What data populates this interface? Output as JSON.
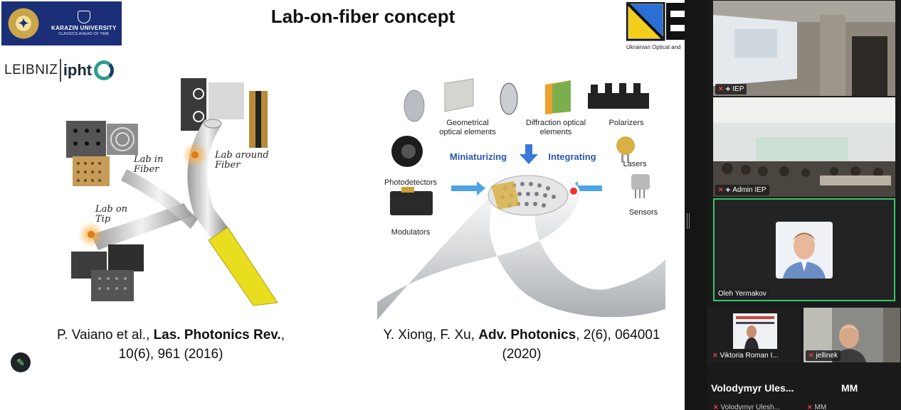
{
  "slide": {
    "title": "Lab-on-fiber concept",
    "logos": {
      "karazin_name": "KARAZIN UNIVERSITY",
      "karazin_motto": "CLASSICS AHEAD OF TIME",
      "leibniz_word": "LEIBNIZ",
      "ipht_word": "ipht",
      "uoa_caption": "Ukrainian Optical and"
    },
    "left_figure": {
      "label_lab_in_fiber": "Lab in Fiber",
      "label_lab_around_fiber": "Lab around Fiber",
      "label_lab_on_tip": "Lab on Tip"
    },
    "right_figure": {
      "geometrical": "Geometrical optical elements",
      "diffraction": "Diffraction optical elements",
      "polarizers": "Polarizers",
      "miniaturizing": "Miniaturizing",
      "integrating": "Integrating",
      "lasers": "Lasers",
      "photodetectors": "Photodetectors",
      "sensors": "Sensors",
      "modulators": "Modulators"
    },
    "caption_left": {
      "authors": "P. Vaiano et al., ",
      "journal": "Las. Photonics Rev.",
      "rest_line1": ",",
      "line2": "10(6), 961 (2016)"
    },
    "caption_right": {
      "authors": "Y. Xiong, F. Xu, ",
      "journal": "Adv. Photonics",
      "rest_line1": ", 2(6), 064001",
      "line2": "(2020)"
    },
    "edit_icon": "pencil-icon"
  },
  "participants": [
    {
      "name": "IEP",
      "muted": true,
      "pinned": true
    },
    {
      "name": "Admin IEP",
      "muted": true,
      "pinned": true
    },
    {
      "name": "Oleh Yermakov",
      "muted": false,
      "pinned": false,
      "active_speaker": true
    },
    {
      "name": "Viktoria Roman I...",
      "muted": true
    },
    {
      "name": "jellinek",
      "muted": true
    },
    {
      "name": "Volodymyr  Ules...",
      "subname": "Volodymyr Ulesh...",
      "muted": true
    },
    {
      "name": "MM",
      "subname": "MM",
      "muted": true
    }
  ],
  "colors": {
    "accent_green": "#35c76a",
    "mute_red": "#e44444",
    "panel_bg": "#1a1a1a"
  }
}
